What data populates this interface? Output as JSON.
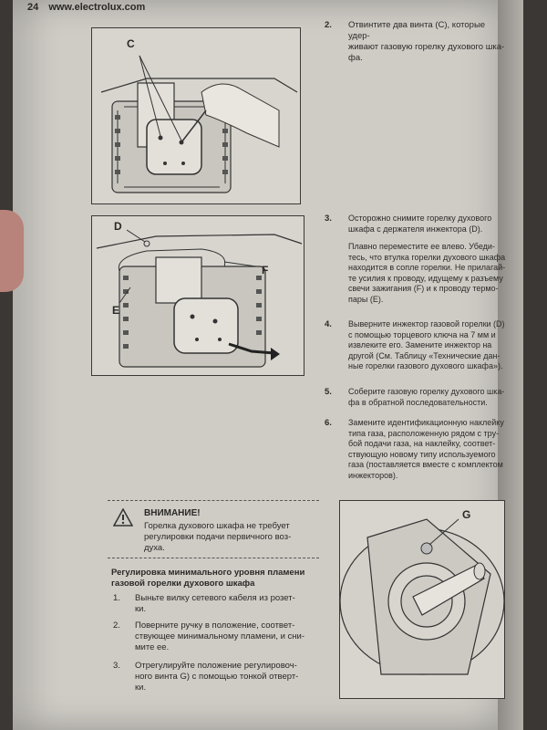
{
  "header": {
    "page_number": "24",
    "site": "www.electrolux.com"
  },
  "figures": {
    "fig1": {
      "labels": [
        "C"
      ]
    },
    "fig2": {
      "labels": [
        "D",
        "F",
        "E"
      ]
    },
    "fig3": {
      "labels": [
        "G"
      ]
    }
  },
  "right_steps": [
    {
      "num": "2.",
      "lines": [
        "Отвинтите два винта (C), которые удер-",
        "живают газовую горелку духового шка-",
        "фа."
      ]
    },
    {
      "num": "3.",
      "lines": [
        "Осторожно снимите горелку духового",
        "шкафа с держателя инжектора (D).",
        "",
        "Плавно переместите ее влево. Убеди-",
        "тесь, что втулка горелки духового шкафа",
        "находится в сопле горелки. Не прилагай-",
        "те усилия к проводу, идущему к разъему",
        "свечи зажигания (F) и к проводу термо-",
        "пары (E)."
      ]
    },
    {
      "num": "4.",
      "lines": [
        "Выверните инжектор газовой горелки (D)",
        "с помощью торцевого ключа на 7 мм и",
        "извлеките его. Замените инжектор на",
        "другой (См. Таблицу «Технические дан-",
        "ные горелки газового духового шкафа»)."
      ]
    },
    {
      "num": "5.",
      "lines": [
        "Соберите газовую горелку духового шка-",
        "фа в обратной последовательности."
      ]
    },
    {
      "num": "6.",
      "lines": [
        "Замените идентификационную наклейку",
        "типа газа, расположенную рядом с тру-",
        "бой подачи газа, на наклейку, соответ-",
        "ствующую новому типу используемого",
        "газа (поставляется вместе с комплектом",
        "инжекторов)."
      ]
    }
  ],
  "warning": {
    "title": "ВНИМАНИЕ!",
    "lines": [
      "Горелка духового шкафа не требует",
      "регулировки подачи первичного воз-",
      "духа."
    ]
  },
  "section": {
    "title_lines": [
      "Регулировка минимального уровня пламени",
      "газовой горелки духового шкафа"
    ]
  },
  "left_steps": [
    {
      "num": "1.",
      "lines": [
        "Выньте вилку сетевого кабеля из розет-",
        "ки."
      ]
    },
    {
      "num": "2.",
      "lines": [
        "Поверните ручку в положение, соответ-",
        "ствующее минимальному пламени, и сни-",
        "мите ее."
      ]
    },
    {
      "num": "3.",
      "lines": [
        "Отрегулируйте положение регулировоч-",
        "ного винта G) с помощью тонкой отверт-",
        "ки."
      ]
    }
  ]
}
